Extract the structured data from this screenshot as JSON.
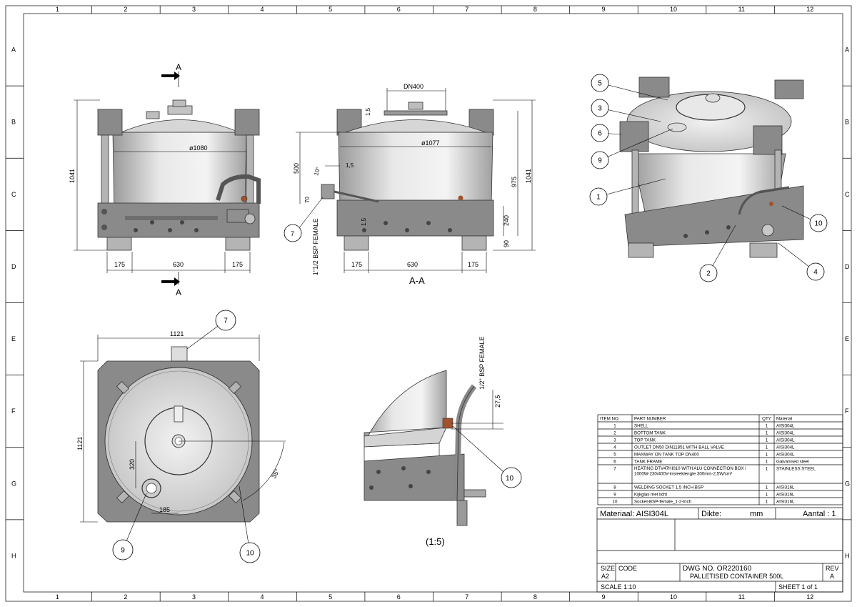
{
  "border": {
    "columns": [
      "1",
      "2",
      "3",
      "4",
      "5",
      "6",
      "7",
      "8",
      "9",
      "10",
      "11",
      "12"
    ],
    "rows": [
      "A",
      "B",
      "C",
      "D",
      "E",
      "F",
      "G",
      "H"
    ]
  },
  "front_view": {
    "section_marker": "A",
    "diameter": "ø1080",
    "height": "1041",
    "dims_bottom": [
      "175",
      "630",
      "175"
    ]
  },
  "section_view": {
    "title": "A-A",
    "dn": "DN400",
    "top_thickness": "1,5",
    "diameter": "ø1077",
    "dim_500": "500",
    "wall": "1,5",
    "angle": "10°",
    "dim_70": "70",
    "bsp_label": "1\"1/2 BSP FEMALE",
    "dim_975": "975",
    "dim_1041": "1041",
    "dim_240": "240",
    "dim_90": "90",
    "bottom_1_5": "1,5",
    "dims_bottom": [
      "175",
      "630",
      "175"
    ]
  },
  "top_view": {
    "width": "1121",
    "height": "1121",
    "dim_320": "320",
    "dim_185": "185",
    "angle": "35°"
  },
  "detail_view": {
    "bsp_label": "1/2\" BSP FEMALE",
    "dim_27_5": "27,5",
    "scale": "(1:5)"
  },
  "balloons": {
    "iso": [
      "5",
      "3",
      "6",
      "9",
      "1",
      "10",
      "2",
      "4"
    ],
    "section": [
      "7"
    ],
    "top": [
      "7",
      "9",
      "10"
    ],
    "detail": [
      "10"
    ]
  },
  "bom": {
    "headers": [
      "ITEM NO.",
      "PART NUMBER",
      "QTY",
      "Material"
    ],
    "rows": [
      [
        "1",
        "SHELL",
        "1",
        "AISI304L"
      ],
      [
        "2",
        "BOTTOM TANK",
        "1",
        "AISI304L"
      ],
      [
        "3",
        "TOP TANK",
        "1",
        "AISI304L"
      ],
      [
        "4",
        "OUTLET DN50 DIN11851 WITH BALL VALVE",
        "1",
        "AISI304L"
      ],
      [
        "5",
        "MANWAY ON TANK TOP DN400",
        "1",
        "AISI304L"
      ],
      [
        "6",
        "TANK FRAME",
        "1",
        "Galvanised steel"
      ],
      [
        "7",
        "HEATING DTV47HI010 WITH ALU CONNECTION BOX / 1000W-230/400V-insteeklengte 300mm-2,5W/cm²",
        "1",
        "STAINLESS STEEL"
      ],
      [
        "8",
        "WELDING SOCKET 1,5 INCH BSP",
        "1",
        "AISI316L"
      ],
      [
        "9",
        "Kijkglas met licht",
        "1",
        "AISI316L"
      ],
      [
        "10",
        "Socket-BSP-female_1-2-Inch",
        "1",
        "AISI316L"
      ]
    ]
  },
  "title_block": {
    "materiaal": "Materiaal: AISI304L",
    "dikte": "Dikte:",
    "mm": "mm",
    "aantal": "Aantal : 1",
    "size_label": "SIZE",
    "size": "A2",
    "code_label": "CODE",
    "dwg_no": "DWG NO. OR220160",
    "title": "PALLETISED CONTAINER 500L",
    "rev_label": "REV",
    "rev": "A",
    "scale": "SCALE  1:10",
    "sheet": "SHEET  1 of 1"
  }
}
